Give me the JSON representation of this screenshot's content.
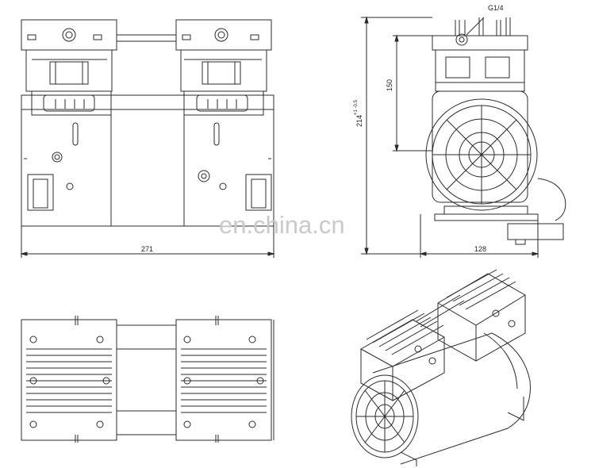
{
  "drawing": {
    "dimensions": {
      "width_front": "271",
      "height_total": "214",
      "height_tolerance": "+1 -0.5",
      "height_head": "150",
      "depth_side": "128",
      "port_thread": "G1/4"
    },
    "watermark": "en.china.cn"
  }
}
